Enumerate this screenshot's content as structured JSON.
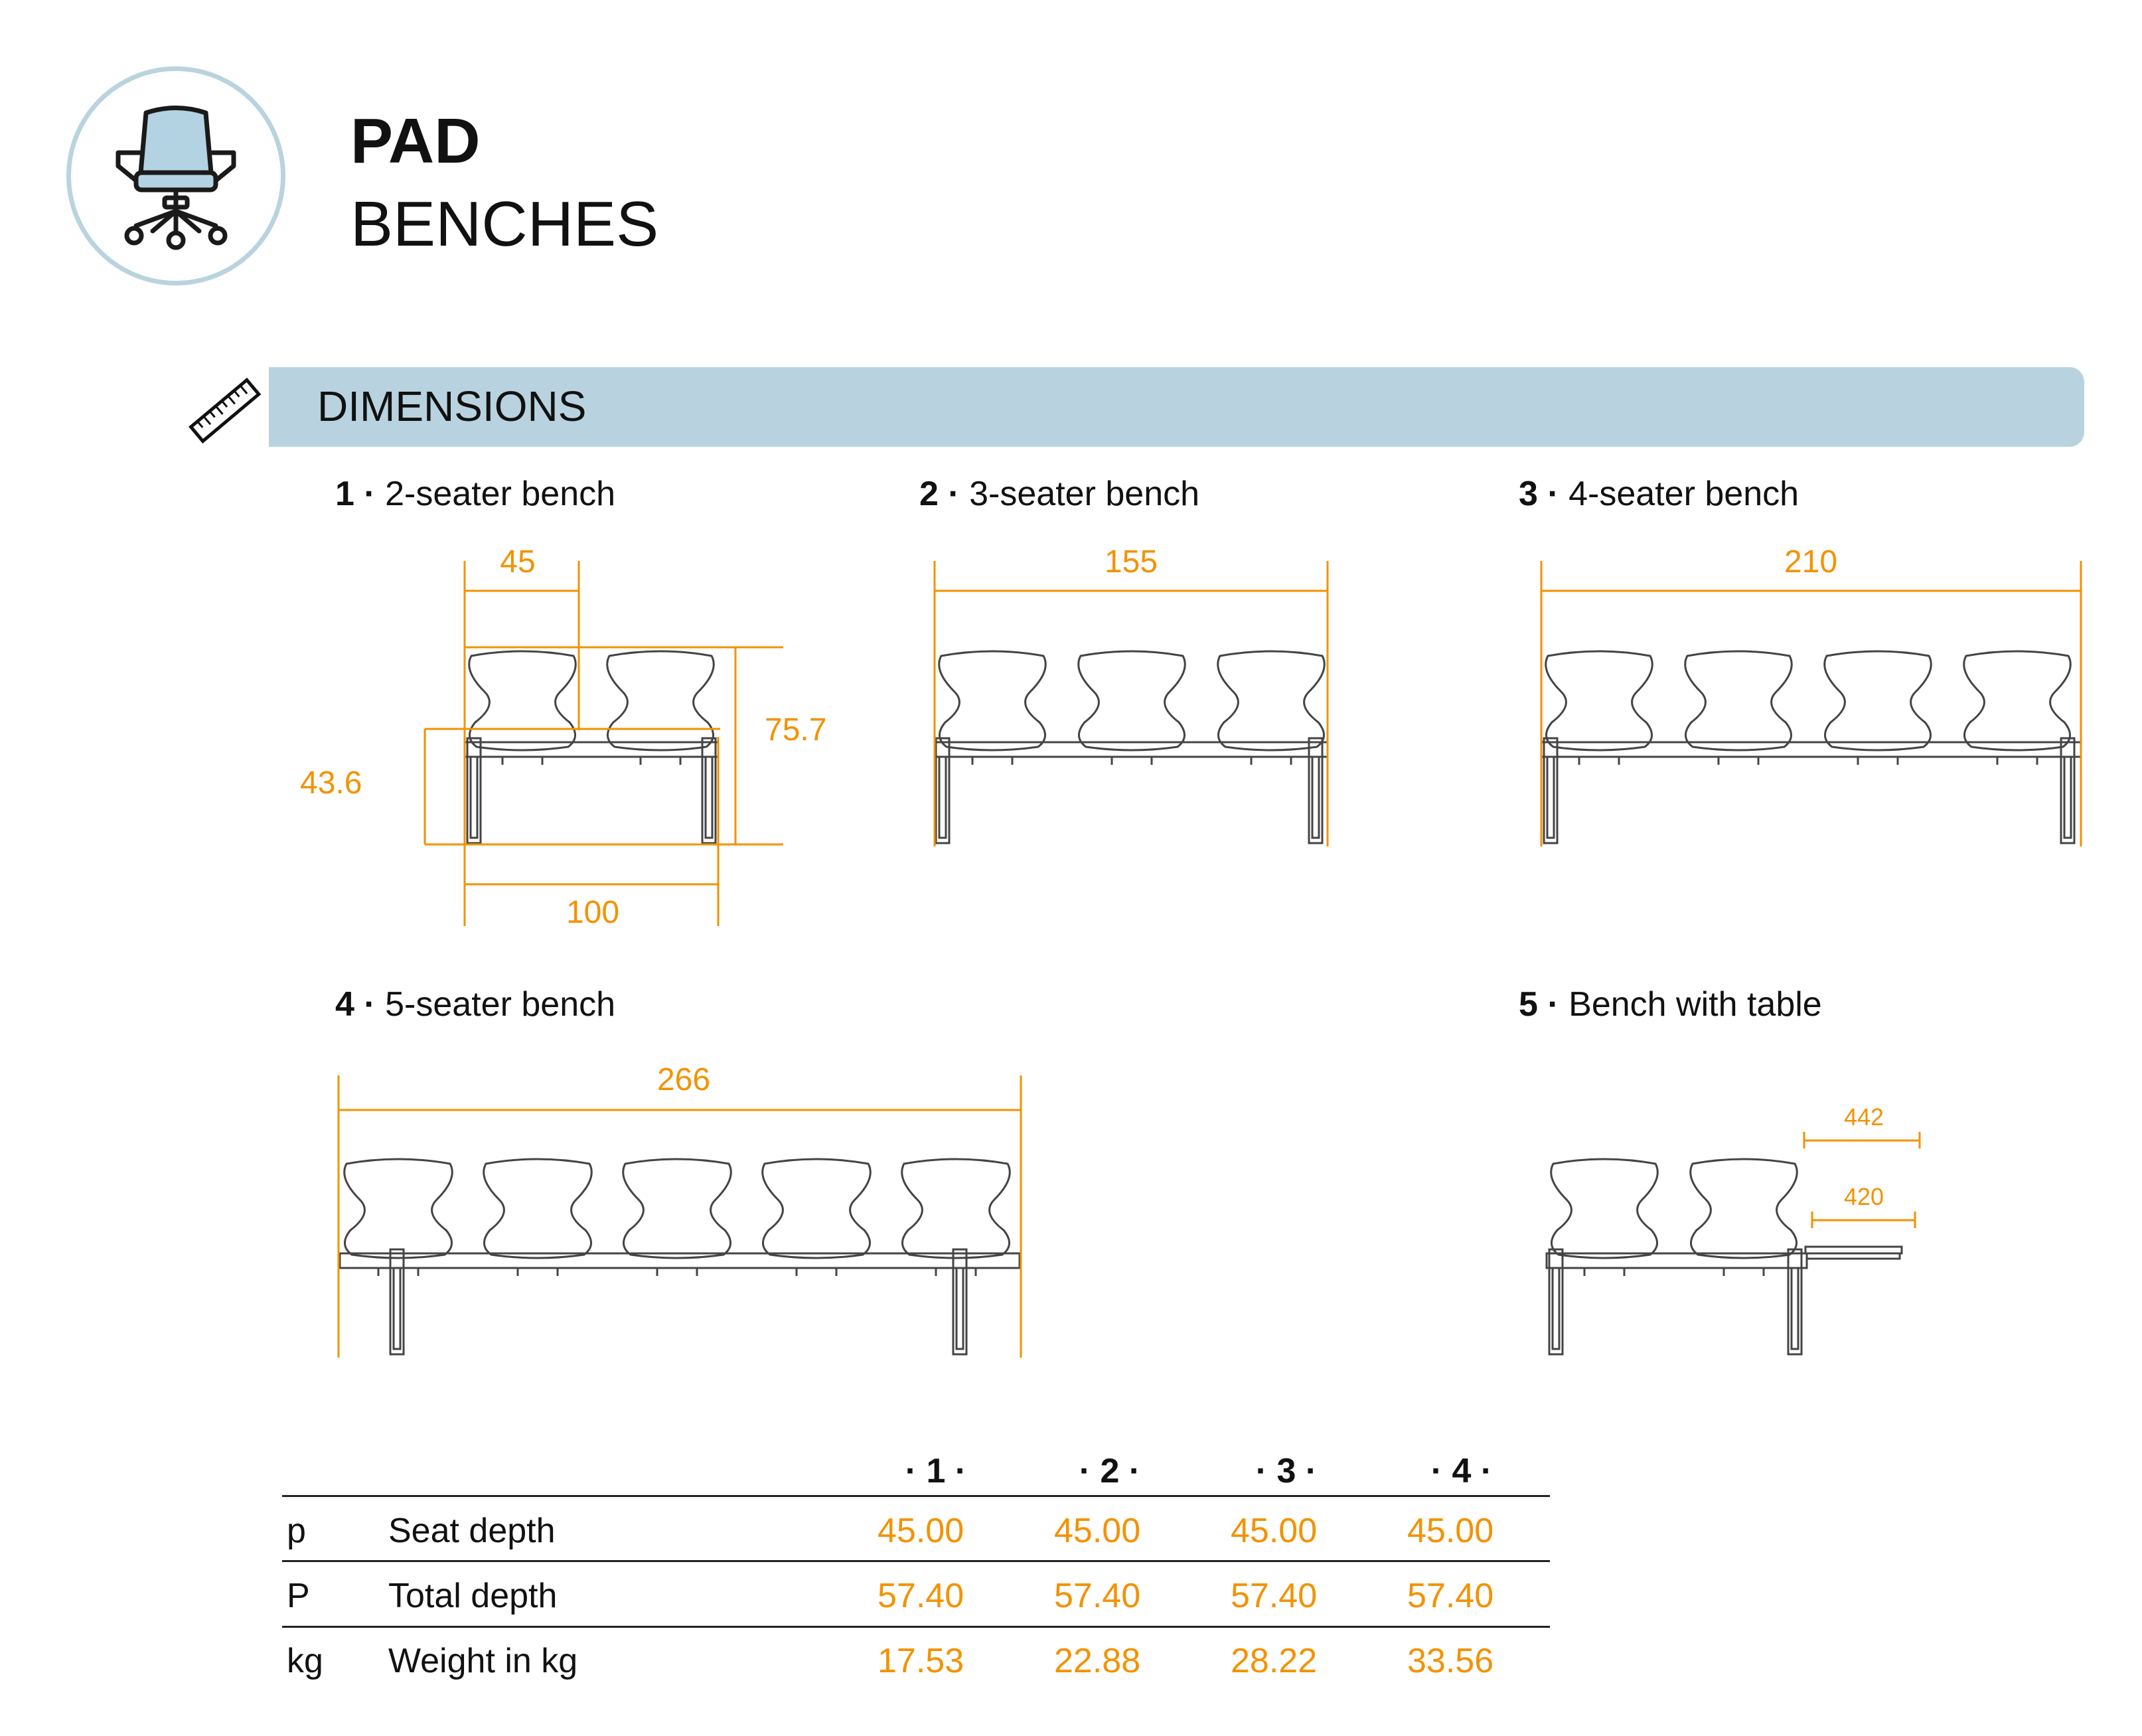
{
  "header": {
    "title": "PAD",
    "subtitle": "BENCHES",
    "icon": "office-chair-icon"
  },
  "section": {
    "label": "DIMENSIONS",
    "icon": "ruler-icon"
  },
  "captions": [
    {
      "num": "1",
      "sep": " · ",
      "text": "2-seater bench"
    },
    {
      "num": "2",
      "sep": " · ",
      "text": "3-seater bench"
    },
    {
      "num": "3",
      "sep": " · ",
      "text": "4-seater bench"
    },
    {
      "num": "4",
      "sep": " · ",
      "text": "5-seater bench"
    },
    {
      "num": "5",
      "sep": " · ",
      "text": "Bench with table"
    }
  ],
  "dimensions": {
    "bench1": {
      "seat_width": "45",
      "total_height": "75.7",
      "seat_height": "43.6",
      "length": "100"
    },
    "bench2": {
      "length": "155"
    },
    "bench3": {
      "length": "210"
    },
    "bench4": {
      "length": "266"
    },
    "bench5": {
      "table_top": "442",
      "table_inner": "420"
    }
  },
  "table": {
    "columns": [
      "· 1 ·",
      "· 2 ·",
      "· 3 ·",
      "· 4 ·"
    ],
    "rows": [
      {
        "symbol": "p",
        "label": "Seat depth",
        "values": [
          "45.00",
          "45.00",
          "45.00",
          "45.00"
        ]
      },
      {
        "symbol": "P",
        "label": "Total depth",
        "values": [
          "57.40",
          "57.40",
          "57.40",
          "57.40"
        ]
      },
      {
        "symbol": "kg",
        "label": "Weight in kg",
        "values": [
          "17.53",
          "22.88",
          "28.22",
          "33.56"
        ]
      }
    ]
  },
  "colors": {
    "accent": "#f39200",
    "banner": "#b8d3df",
    "icon_ring": "#b9d3df",
    "text": "#111111"
  }
}
